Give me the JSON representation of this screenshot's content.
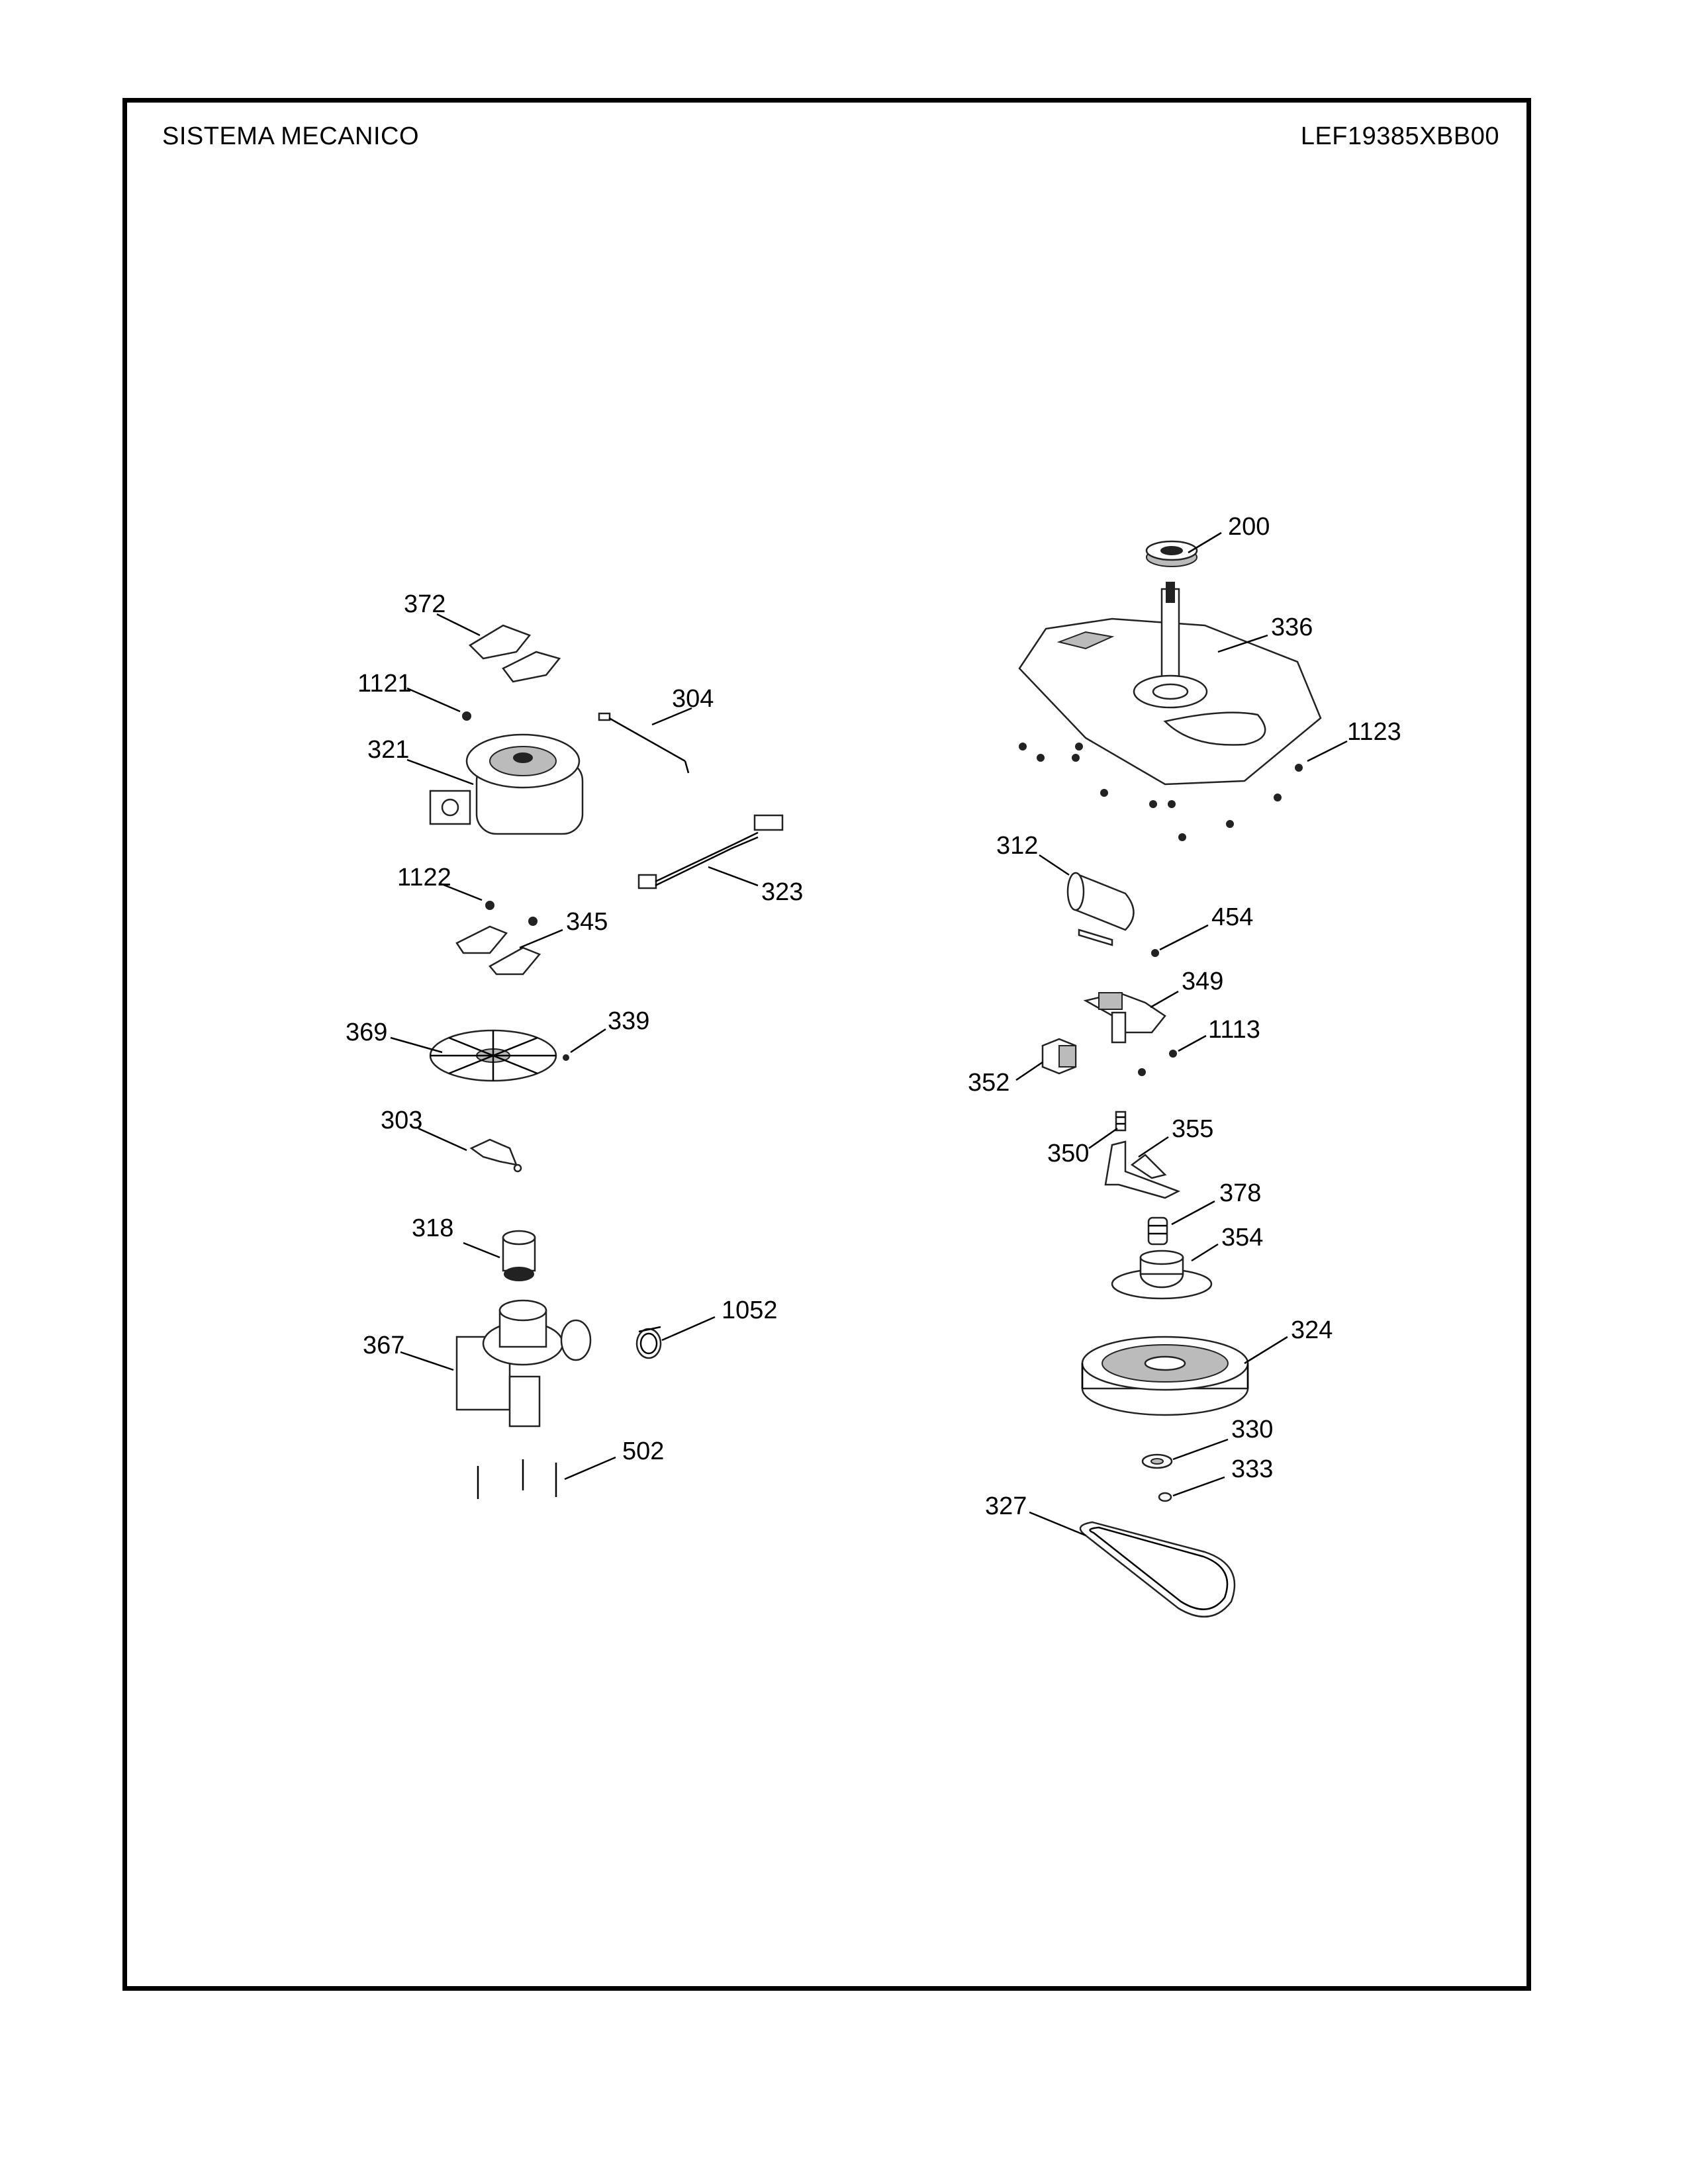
{
  "header": {
    "title": "SISTEMA MECANICO",
    "model": "LEF19385XBB00"
  },
  "callouts": [
    "200",
    "336",
    "1123",
    "372",
    "1121",
    "304",
    "321",
    "323",
    "1122",
    "345",
    "312",
    "454",
    "349",
    "1113",
    "352",
    "369",
    "339",
    "303",
    "350",
    "355",
    "378",
    "354",
    "318",
    "1052",
    "367",
    "324",
    "330",
    "333",
    "502",
    "327"
  ]
}
